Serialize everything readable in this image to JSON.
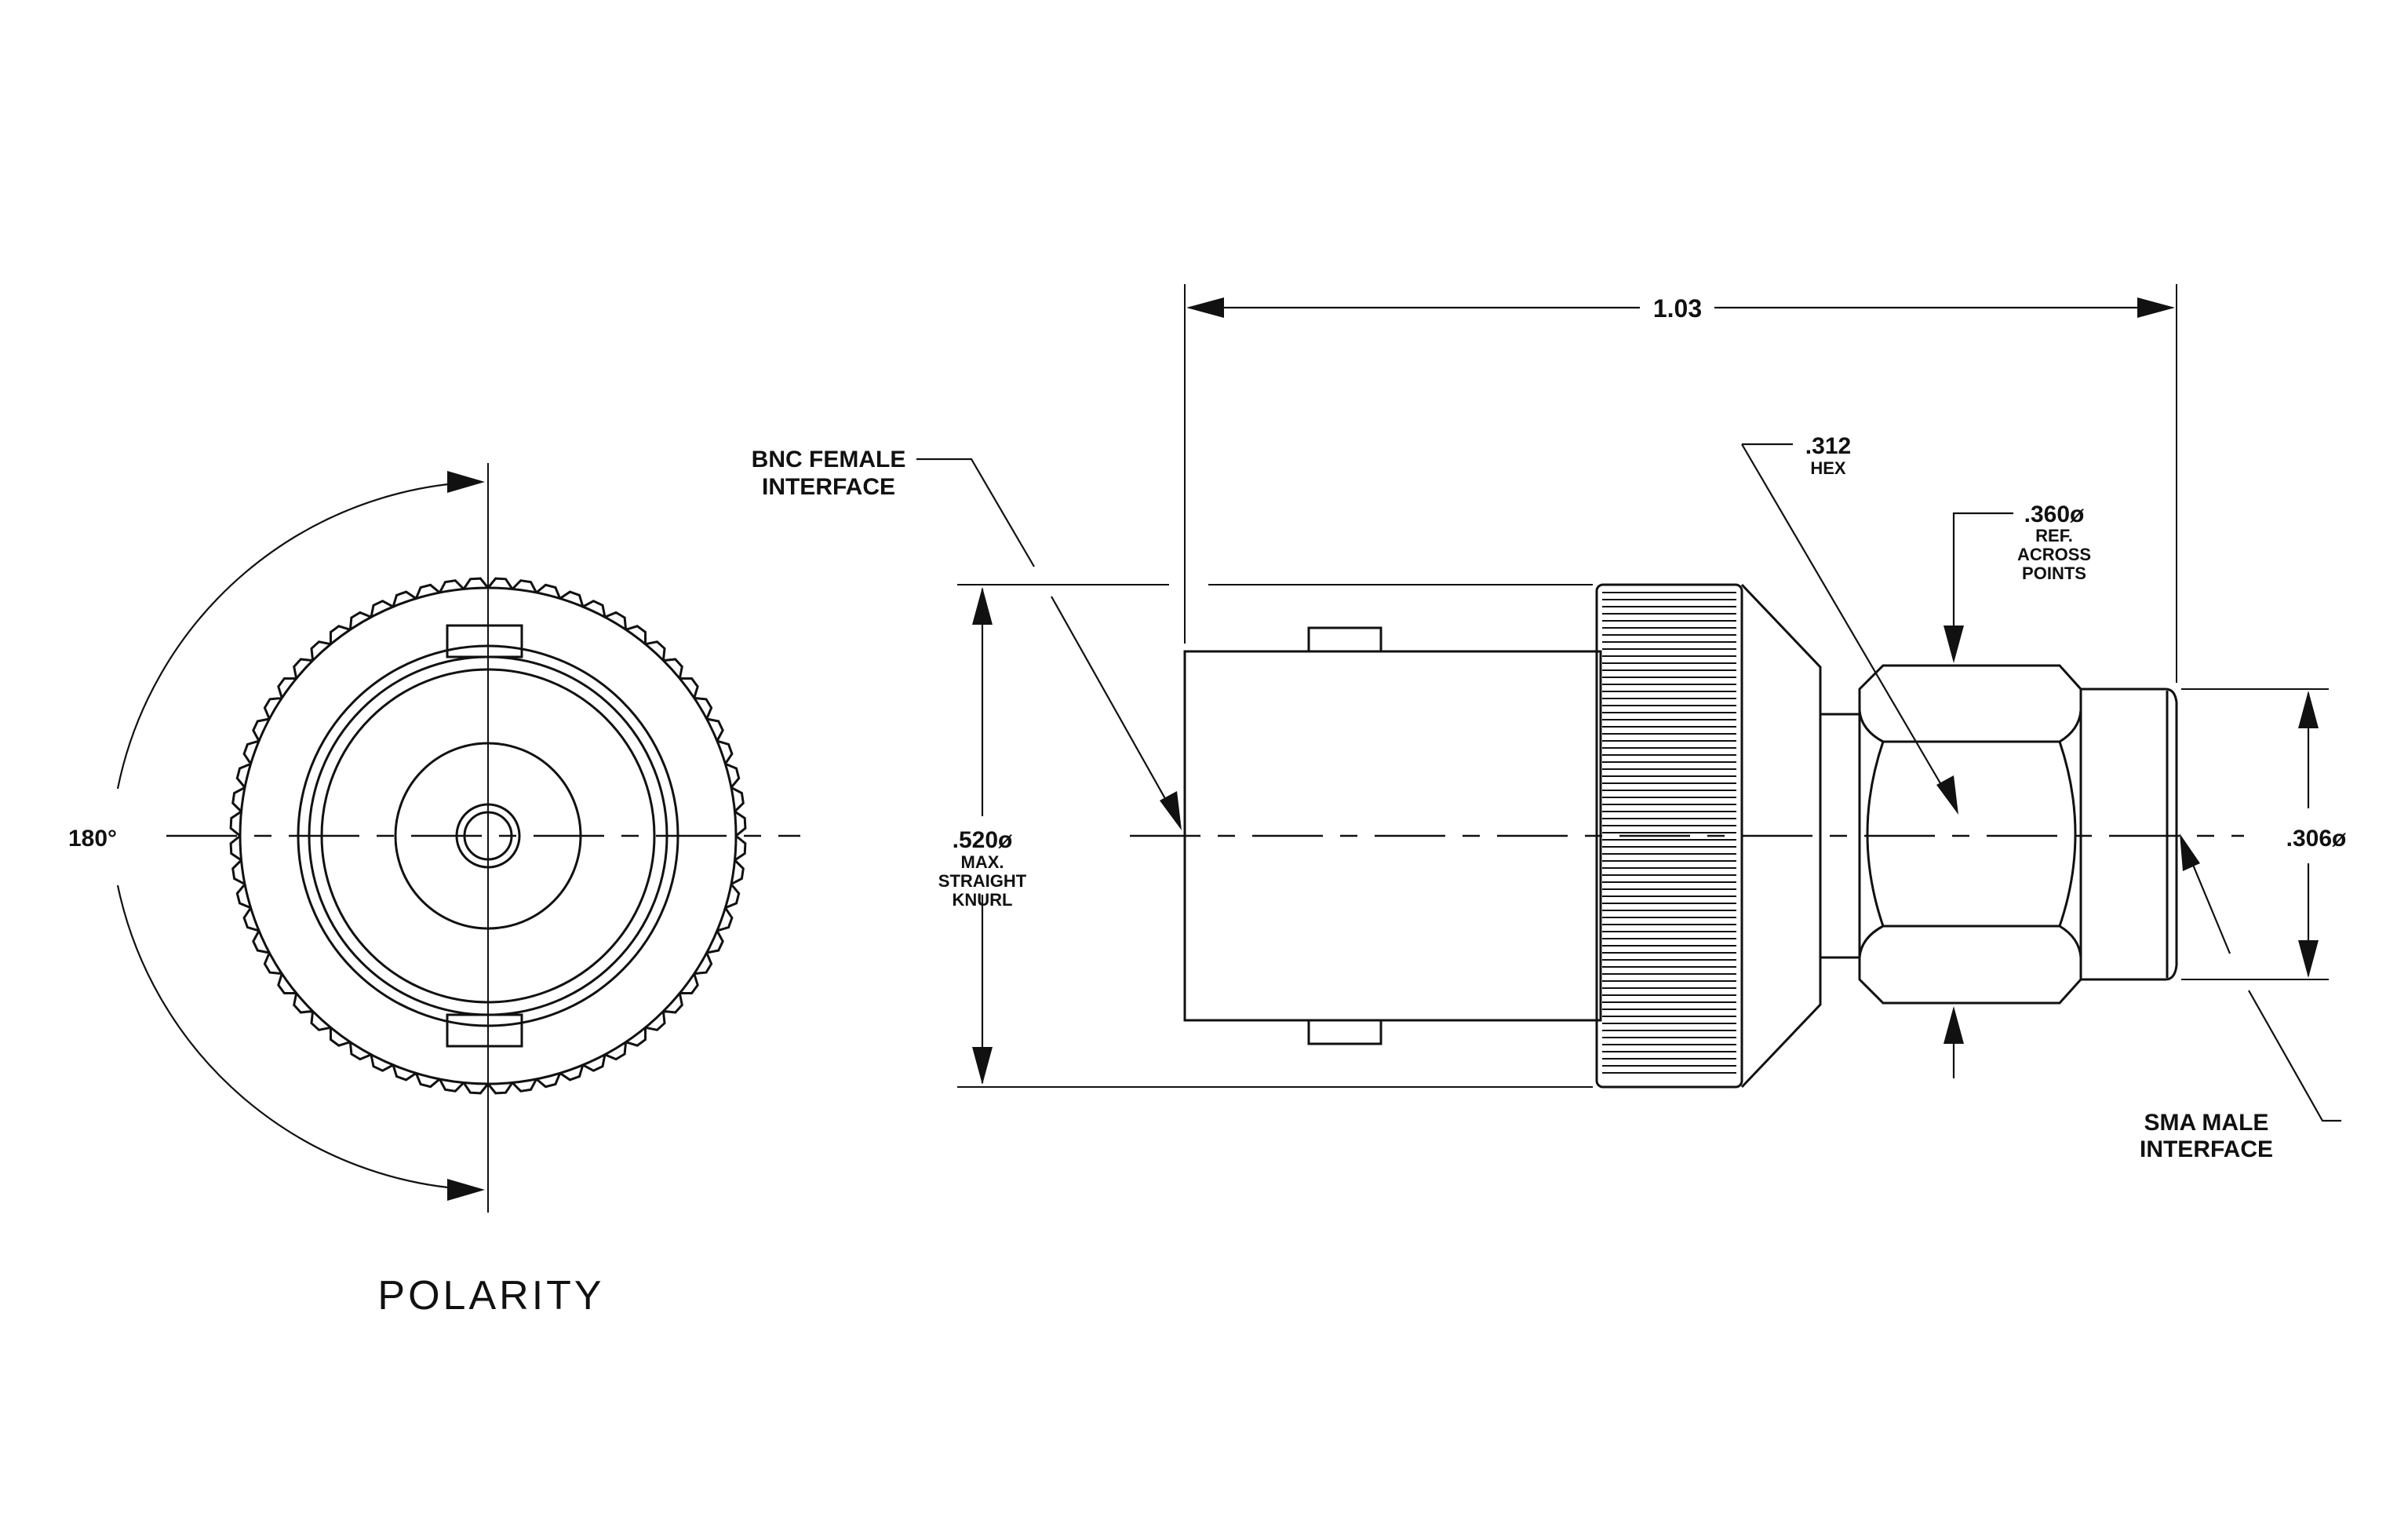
{
  "drawing": {
    "view_left_title": "POLARITY",
    "angle_label": "180°",
    "overall_length": "1.03",
    "bnc_label": [
      "BNC FEMALE",
      "INTERFACE"
    ],
    "knurl_dim": ".520ø",
    "knurl_note": [
      "MAX.",
      "STRAIGHT",
      "KNURL"
    ],
    "hex_dim": ".312",
    "hex_note": "HEX",
    "points_dim": ".360ø",
    "points_note": [
      "REF.",
      "ACROSS",
      "POINTS"
    ],
    "sma_dim": ".306ø",
    "sma_label": [
      "SMA MALE",
      "INTERFACE"
    ]
  }
}
